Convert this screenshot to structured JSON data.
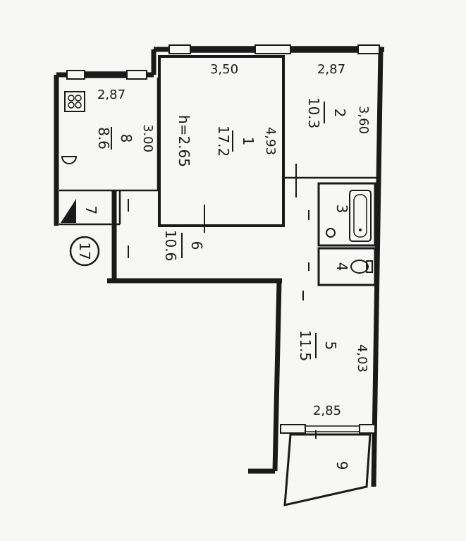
{
  "plan": {
    "apartment_number": "17",
    "ceiling_height": "h=2.65",
    "rooms": [
      {
        "number": "1",
        "area": "17.2"
      },
      {
        "number": "2",
        "area": "10.3"
      },
      {
        "number": "3",
        "area": ""
      },
      {
        "number": "4",
        "area": ""
      },
      {
        "number": "5",
        "area": "11.5"
      },
      {
        "number": "6",
        "area": "10.6"
      },
      {
        "number": "7",
        "area": ""
      },
      {
        "number": "8",
        "area": "8.6"
      },
      {
        "number": "9",
        "area": ""
      }
    ],
    "dimensions": {
      "room1_width": "3,50",
      "room1_length": "4,93",
      "room2_width": "2,87",
      "room2_length": "3,60",
      "room8_width": "2,87",
      "room8_length": "3.00",
      "room5_length": "4,03",
      "room5_width": "2,85"
    }
  }
}
